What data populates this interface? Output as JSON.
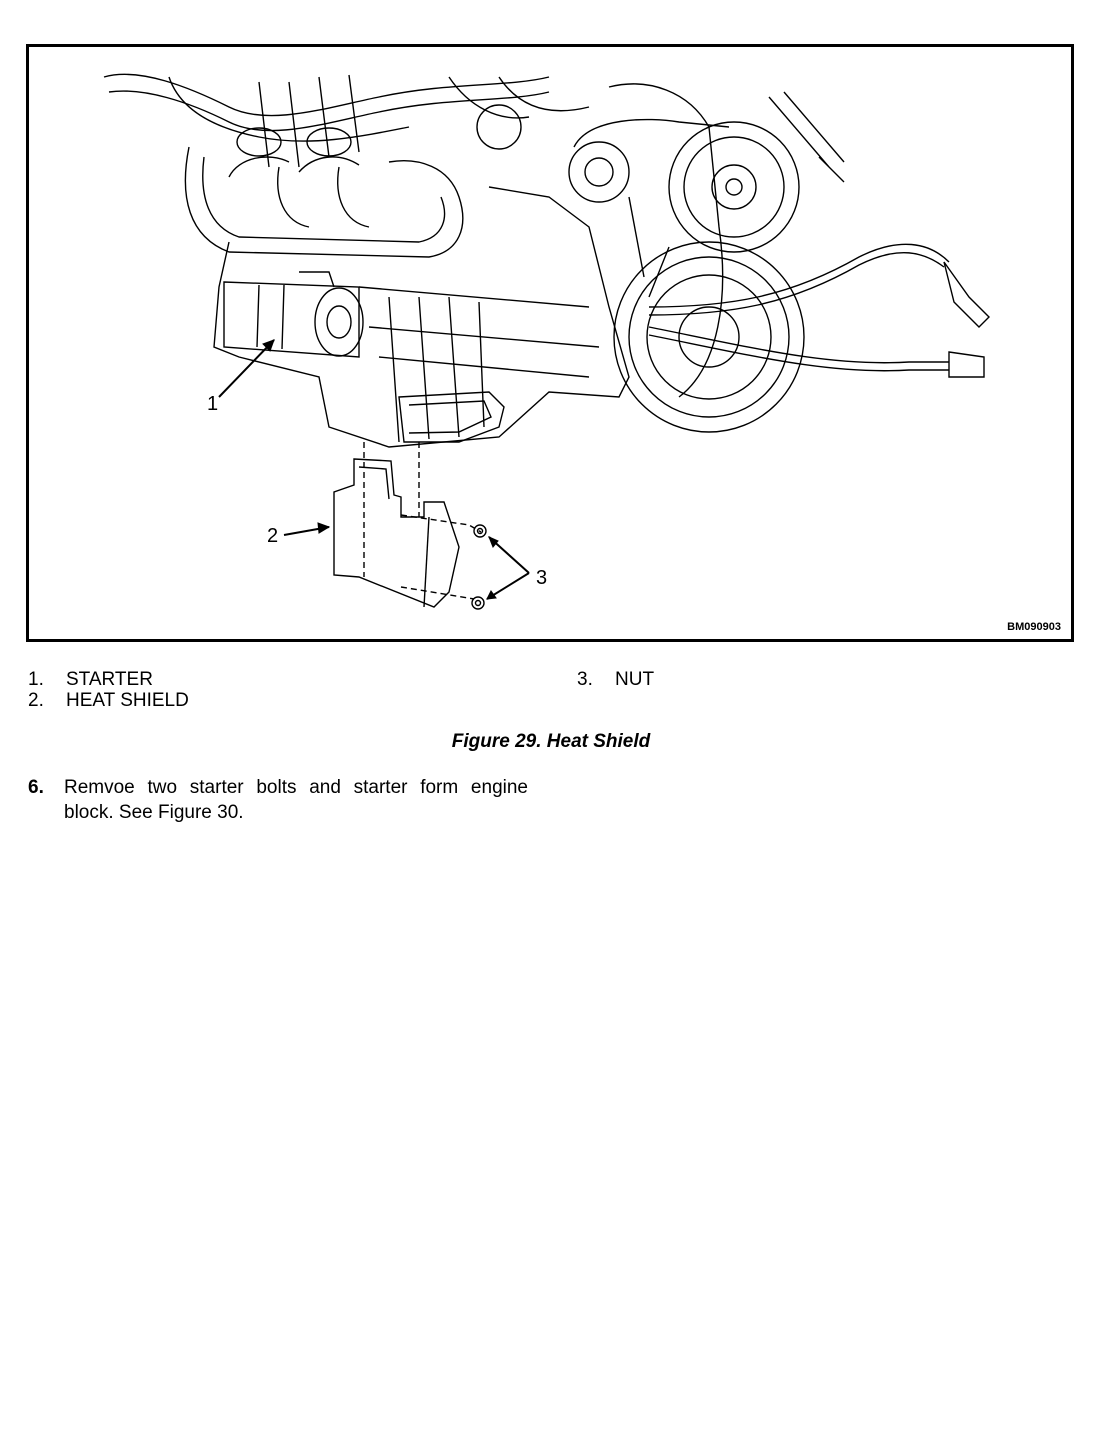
{
  "figure": {
    "id": "BM090903",
    "callouts": [
      "1",
      "2",
      "3"
    ],
    "caption": "Figure 29. Heat Shield"
  },
  "legend": {
    "items": [
      {
        "num": "1.",
        "label": "STARTER"
      },
      {
        "num": "2.",
        "label": "HEAT SHIELD"
      },
      {
        "num": "3.",
        "label": "NUT"
      }
    ]
  },
  "step": {
    "number": "6.",
    "text": "Remvoe two starter bolts and starter form engine block. See Figure 30."
  }
}
